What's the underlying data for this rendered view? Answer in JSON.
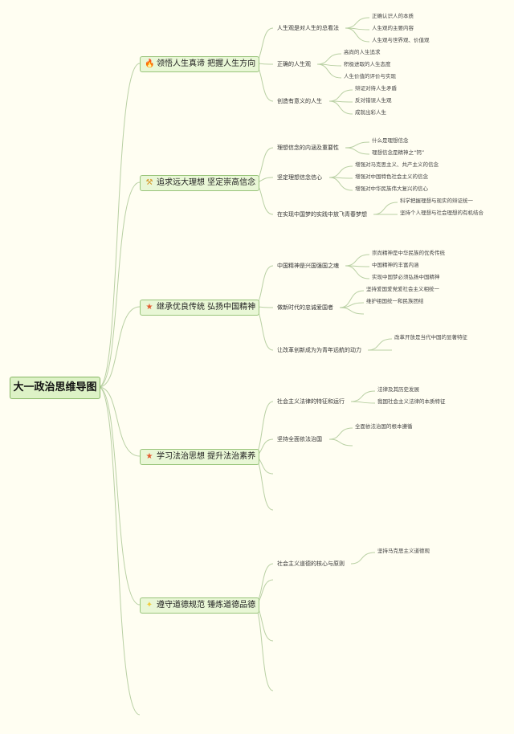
{
  "root": "大一政治思维导图",
  "colors": {
    "line": "#b9d0a4",
    "node_fill": "#e9f7d6",
    "node_border": "#99c47b",
    "background": "#fffef2"
  },
  "branches": [
    {
      "label": "领悟人生真谛 把握人生方向",
      "icon": "fire-icon",
      "glyph": "🔥",
      "color": "#e8432b",
      "children": [
        {
          "label": "人生观是对人生的总看法",
          "children": [
            "正确认识人的本质",
            "人生观的主要内容",
            "人生观与世界观、价值观"
          ]
        },
        {
          "label": "正确的人生观",
          "children": [
            "高尚的人生追求",
            "积极进取的人生态度",
            "人生价值的评价与实现"
          ]
        },
        {
          "label": "创造有意义的人生",
          "children": [
            "辩证对待人生矛盾",
            "反对错误人生观",
            "成就出彩人生"
          ]
        }
      ]
    },
    {
      "label": "追求远大理想 坚定崇高信念",
      "icon": "hammer-icon",
      "glyph": "⚒",
      "color": "#d49a2b",
      "children": [
        {
          "label": "理想信念的内涵及重要性",
          "children": [
            "什么是理想信念",
            "理想信念是精神之“钙”"
          ]
        },
        {
          "label": "坚定理想信念信心",
          "children": [
            "增强对马克思主义、共产主义的信念",
            "增强对中国特色社会主义的信念",
            "增强对中华民族伟大复兴的信心"
          ]
        },
        {
          "label": "在实现中国梦的实践中放飞青春梦想",
          "children": [
            "科学把握理想与现实的辩证统一",
            "坚持个人理想与社会理想的有机结合"
          ]
        }
      ]
    },
    {
      "label": "继承优良传统 弘扬中国精神",
      "icon": "star-icon",
      "glyph": "★",
      "color": "#e25b2f",
      "children": [
        {
          "label": "中国精神是兴国强国之魂",
          "children": [
            "崇尚精神是中华民族的优秀传统",
            "中国精神的丰富内涵",
            "实现中国梦必须弘扬中国精神"
          ]
        },
        {
          "label": "做新时代的忠诚爱国者",
          "children": [
            "坚持爱国爱党爱社会主义相统一",
            "维护祖国统一和民族团结"
          ]
        },
        {
          "label": "让改革创新成为为青年远航的动力",
          "children": [
            "改革开放是当代中国的显著特征"
          ]
        }
      ]
    },
    {
      "label": "学习法治思想 提升法治素养",
      "icon": "star-icon",
      "glyph": "★",
      "color": "#e25b2f",
      "children": [
        {
          "label": "社会主义法律的特征和运行",
          "children": [
            "法律及其历史发展",
            "我国社会主义法律的本质特征"
          ]
        },
        {
          "label": "坚持全面依法治国",
          "children": [
            "全面依法治国的根本遵循"
          ]
        }
      ]
    },
    {
      "label": "遵守道德规范 锤炼道德品德",
      "icon": "sparkle-icon",
      "glyph": "✦",
      "color": "#f0cc3a",
      "children": [
        {
          "label": "社会主义道德的核心与原则",
          "children": [
            "坚持马克思主义道德观"
          ]
        }
      ]
    }
  ]
}
